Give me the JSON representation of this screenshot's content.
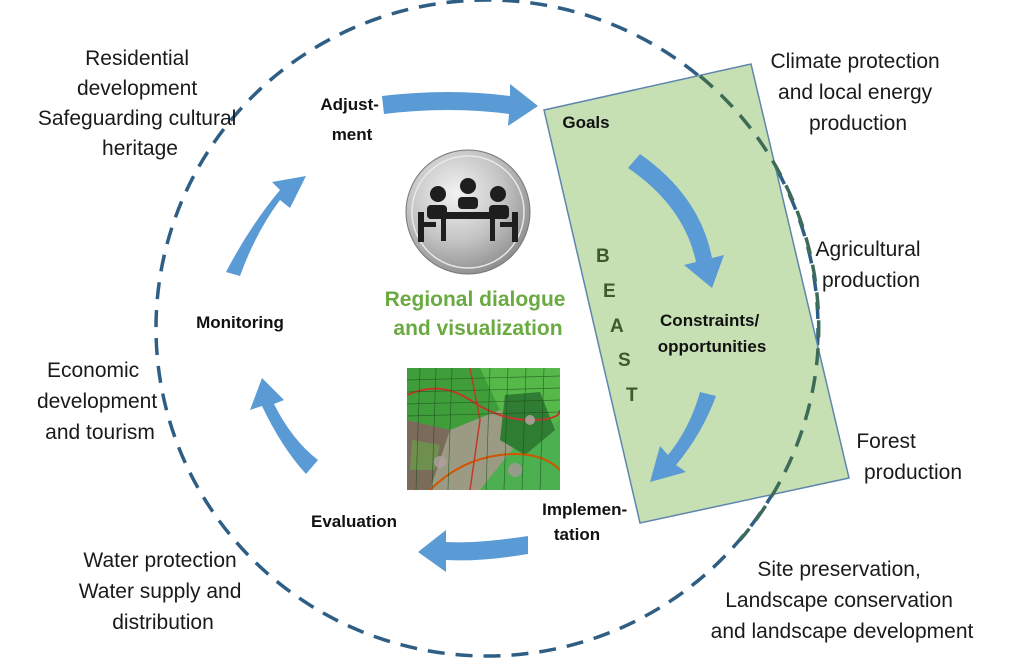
{
  "colors": {
    "arrow": "#5b9bd5",
    "dash": "#2f5e85",
    "box_fill": "#c6e0b4",
    "box_stroke": "#5e86ad",
    "center_text": "#6aaa40",
    "beast_text": "#3d5a2a"
  },
  "domains": {
    "residential": [
      "Residential",
      "development",
      "Safeguarding cultural",
      "heritage"
    ],
    "climate": [
      "Climate protection",
      "and local energy",
      "production"
    ],
    "agricultural": [
      "Agricultural",
      "production"
    ],
    "forest": [
      "Forest",
      "production"
    ],
    "economic": [
      "Economic",
      "development",
      "and tourism"
    ],
    "water": [
      "Water protection",
      "Water supply and",
      "distribution"
    ],
    "site": [
      "Site preservation,",
      "Landscape conservation",
      "and landscape development"
    ]
  },
  "cycle": {
    "adjustment": [
      "Adjust-",
      "ment"
    ],
    "goals": "Goals",
    "constraints": [
      "Constraints/",
      "opportunities"
    ],
    "implementation": [
      "Implemen-",
      "tation"
    ],
    "evaluation": "Evaluation",
    "monitoring": "Monitoring"
  },
  "center": {
    "line1": "Regional dialogue",
    "line2": "and visualization",
    "meeting_icon": "meeting-table-icon",
    "map_image": "land-use-map-image"
  },
  "beast_letters": [
    "B",
    "E",
    "A",
    "S",
    "T"
  ]
}
